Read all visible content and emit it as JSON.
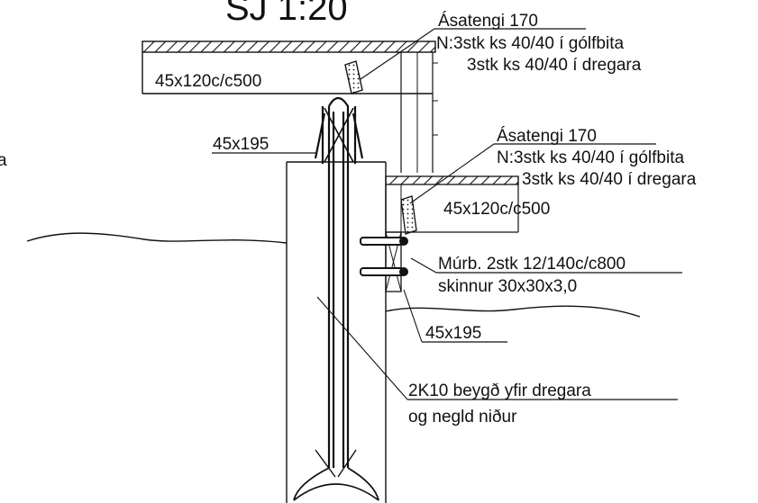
{
  "title": "SJ 1:20",
  "left_marker": "a",
  "colors": {
    "ink": "#111111",
    "paper": "#ffffff"
  },
  "labels": {
    "upper_connector": {
      "name": "Ásatengi 170",
      "line1": "N:3stk ks 40/40 í gólfbita",
      "line2": "3stk ks 40/40 í dregara"
    },
    "upper_joist": "45x120c/c500",
    "post_top": "45x195",
    "lower_connector": {
      "name": "Ásatengi 170",
      "line1": "N:3stk ks 40/40 í gólfbita",
      "line2": "3stk ks 40/40 í dregara"
    },
    "lower_joist": "45x120c/c500",
    "anchor": {
      "line1": "Múrb. 2stk 12/140c/c800",
      "line2": "skinnur 30x30x3,0"
    },
    "beam_side": "45x195",
    "rebar": {
      "line1": "2K10 beygð yfir dregara",
      "line2": "og negld niður"
    }
  }
}
